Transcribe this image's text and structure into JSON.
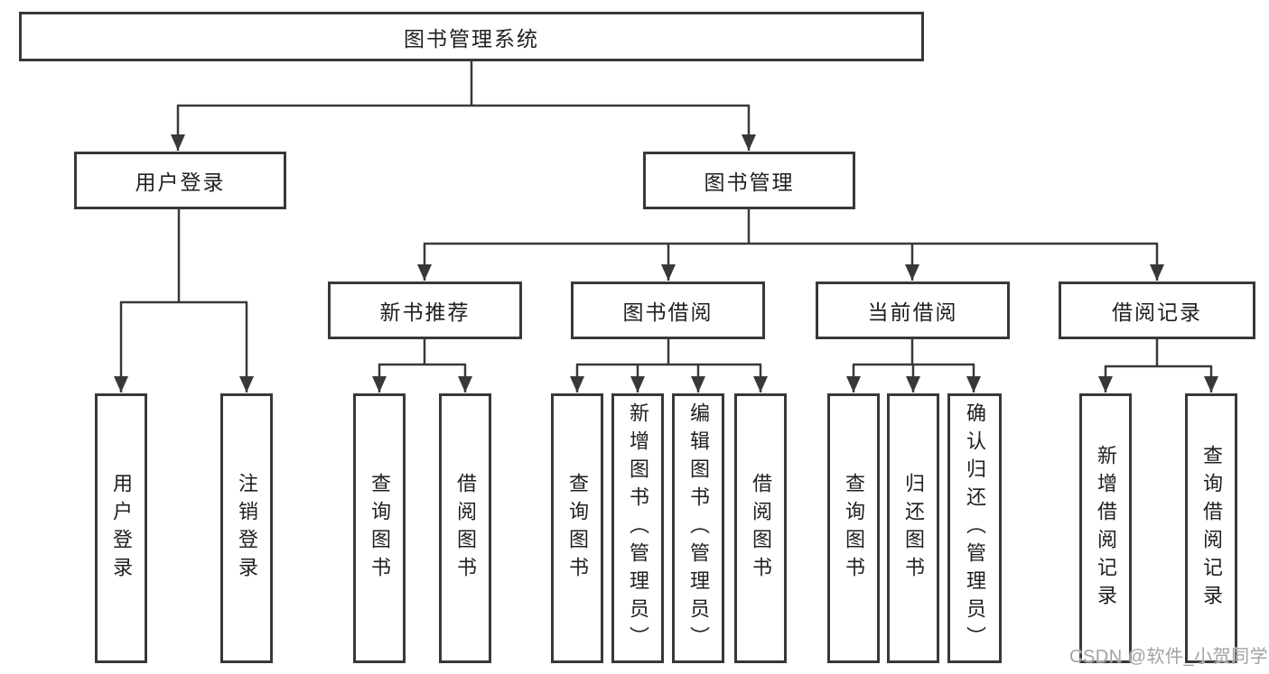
{
  "diagram_title": "图书管理系统",
  "watermark": "CSDN @软件_小贺同学",
  "colors": {
    "line": "#383838",
    "box_border": "#383838",
    "text": "#202020",
    "watermark": "#a2a2a2",
    "background": "#ffffff"
  },
  "tree": {
    "label": "图书管理系统",
    "children": [
      {
        "label": "用户登录",
        "children": [
          {
            "label": "用户登录"
          },
          {
            "label": "注销登录"
          }
        ]
      },
      {
        "label": "图书管理",
        "children": [
          {
            "label": "新书推荐",
            "children": [
              {
                "label": "查询图书"
              },
              {
                "label": "借阅图书"
              }
            ]
          },
          {
            "label": "图书借阅",
            "children": [
              {
                "label": "查询图书"
              },
              {
                "label": "新增图书（管理员）"
              },
              {
                "label": "编辑图书（管理员）"
              },
              {
                "label": "借阅图书"
              }
            ]
          },
          {
            "label": "当前借阅",
            "children": [
              {
                "label": "查询图书"
              },
              {
                "label": "归还图书"
              },
              {
                "label": "确认归还（管理员）"
              }
            ]
          },
          {
            "label": "借阅记录",
            "children": [
              {
                "label": "新增借阅记录"
              },
              {
                "label": "查询借阅记录"
              }
            ]
          }
        ]
      }
    ]
  }
}
